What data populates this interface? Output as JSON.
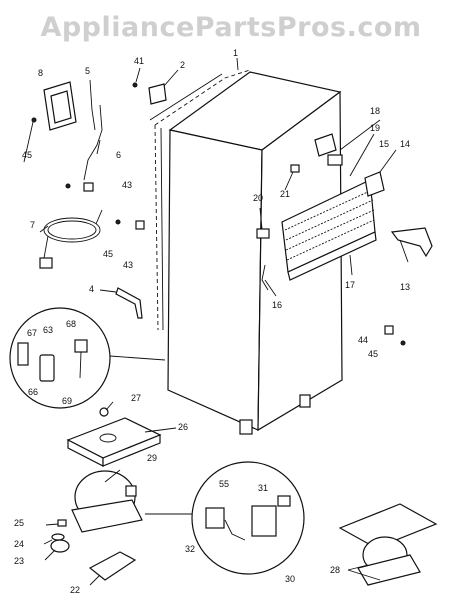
{
  "watermark": "AppliancePartsPros.com",
  "labels": {
    "p1": "1",
    "p2": "2",
    "p4": "4",
    "p5": "5",
    "p6": "6",
    "p7": "7",
    "p8": "8",
    "p13": "13",
    "p14": "14",
    "p15": "15",
    "p16": "16",
    "p17": "17",
    "p18": "18",
    "p19": "19",
    "p20": "20",
    "p21": "21",
    "p22": "22",
    "p23": "23",
    "p24": "24",
    "p25": "25",
    "p26": "26",
    "p27": "27",
    "p28": "28",
    "p29": "29",
    "p30": "30",
    "p31": "31",
    "p32": "32",
    "p41": "41",
    "p43a": "43",
    "p43b": "43",
    "p44": "44",
    "p45a": "45",
    "p45b": "45",
    "p45c": "45",
    "p55": "55",
    "p63": "63",
    "p66": "66",
    "p67": "67",
    "p68": "68",
    "p69": "69"
  }
}
